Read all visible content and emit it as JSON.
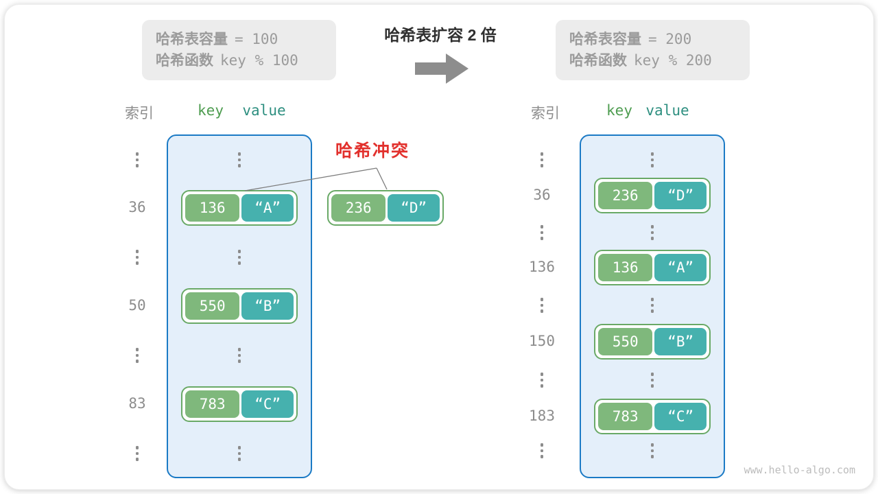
{
  "title": "哈希表扩容 2 倍",
  "collision_label": "哈希冲突",
  "watermark": "www.hello-algo.com",
  "before_box": {
    "capacity_label": "哈希表容量",
    "capacity_code": "= 100",
    "function_label": "哈希函数",
    "function_code": "key % 100"
  },
  "after_box": {
    "capacity_label": "哈希表容量",
    "capacity_code": "= 200",
    "function_label": "哈希函数",
    "function_code": "key % 200"
  },
  "collision_pair": {
    "key": "236",
    "value": "“D”"
  },
  "left_table": {
    "index_header": "索引",
    "key_header": "key",
    "value_header": "value",
    "rows": [
      {
        "type": "dots"
      },
      {
        "type": "entry",
        "index": "36",
        "key": "136",
        "value": "“A”"
      },
      {
        "type": "dots"
      },
      {
        "type": "entry",
        "index": "50",
        "key": "550",
        "value": "“B”"
      },
      {
        "type": "dots"
      },
      {
        "type": "entry",
        "index": "83",
        "key": "783",
        "value": "“C”"
      },
      {
        "type": "dots"
      }
    ]
  },
  "right_table": {
    "index_header": "索引",
    "key_header": "key",
    "value_header": "value",
    "rows": [
      {
        "type": "dots"
      },
      {
        "type": "entry",
        "index": "36",
        "key": "236",
        "value": "“D”"
      },
      {
        "type": "dots"
      },
      {
        "type": "entry",
        "index": "136",
        "key": "136",
        "value": "“A”"
      },
      {
        "type": "dots"
      },
      {
        "type": "entry",
        "index": "150",
        "key": "550",
        "value": "“B”"
      },
      {
        "type": "dots"
      },
      {
        "type": "entry",
        "index": "183",
        "key": "783",
        "value": "“C”"
      },
      {
        "type": "dots"
      }
    ]
  },
  "colors": {
    "container_border": "#1b7ac5",
    "container_bg": "#e4effa",
    "pair_border": "#69a966",
    "key_bg": "#7fb87c",
    "value_bg": "#46b1ae",
    "collision_red": "#e2312d",
    "info_box_bg": "#ececec",
    "muted_text": "#9b9b9b",
    "arrow_gray": "#8d8d8d"
  }
}
